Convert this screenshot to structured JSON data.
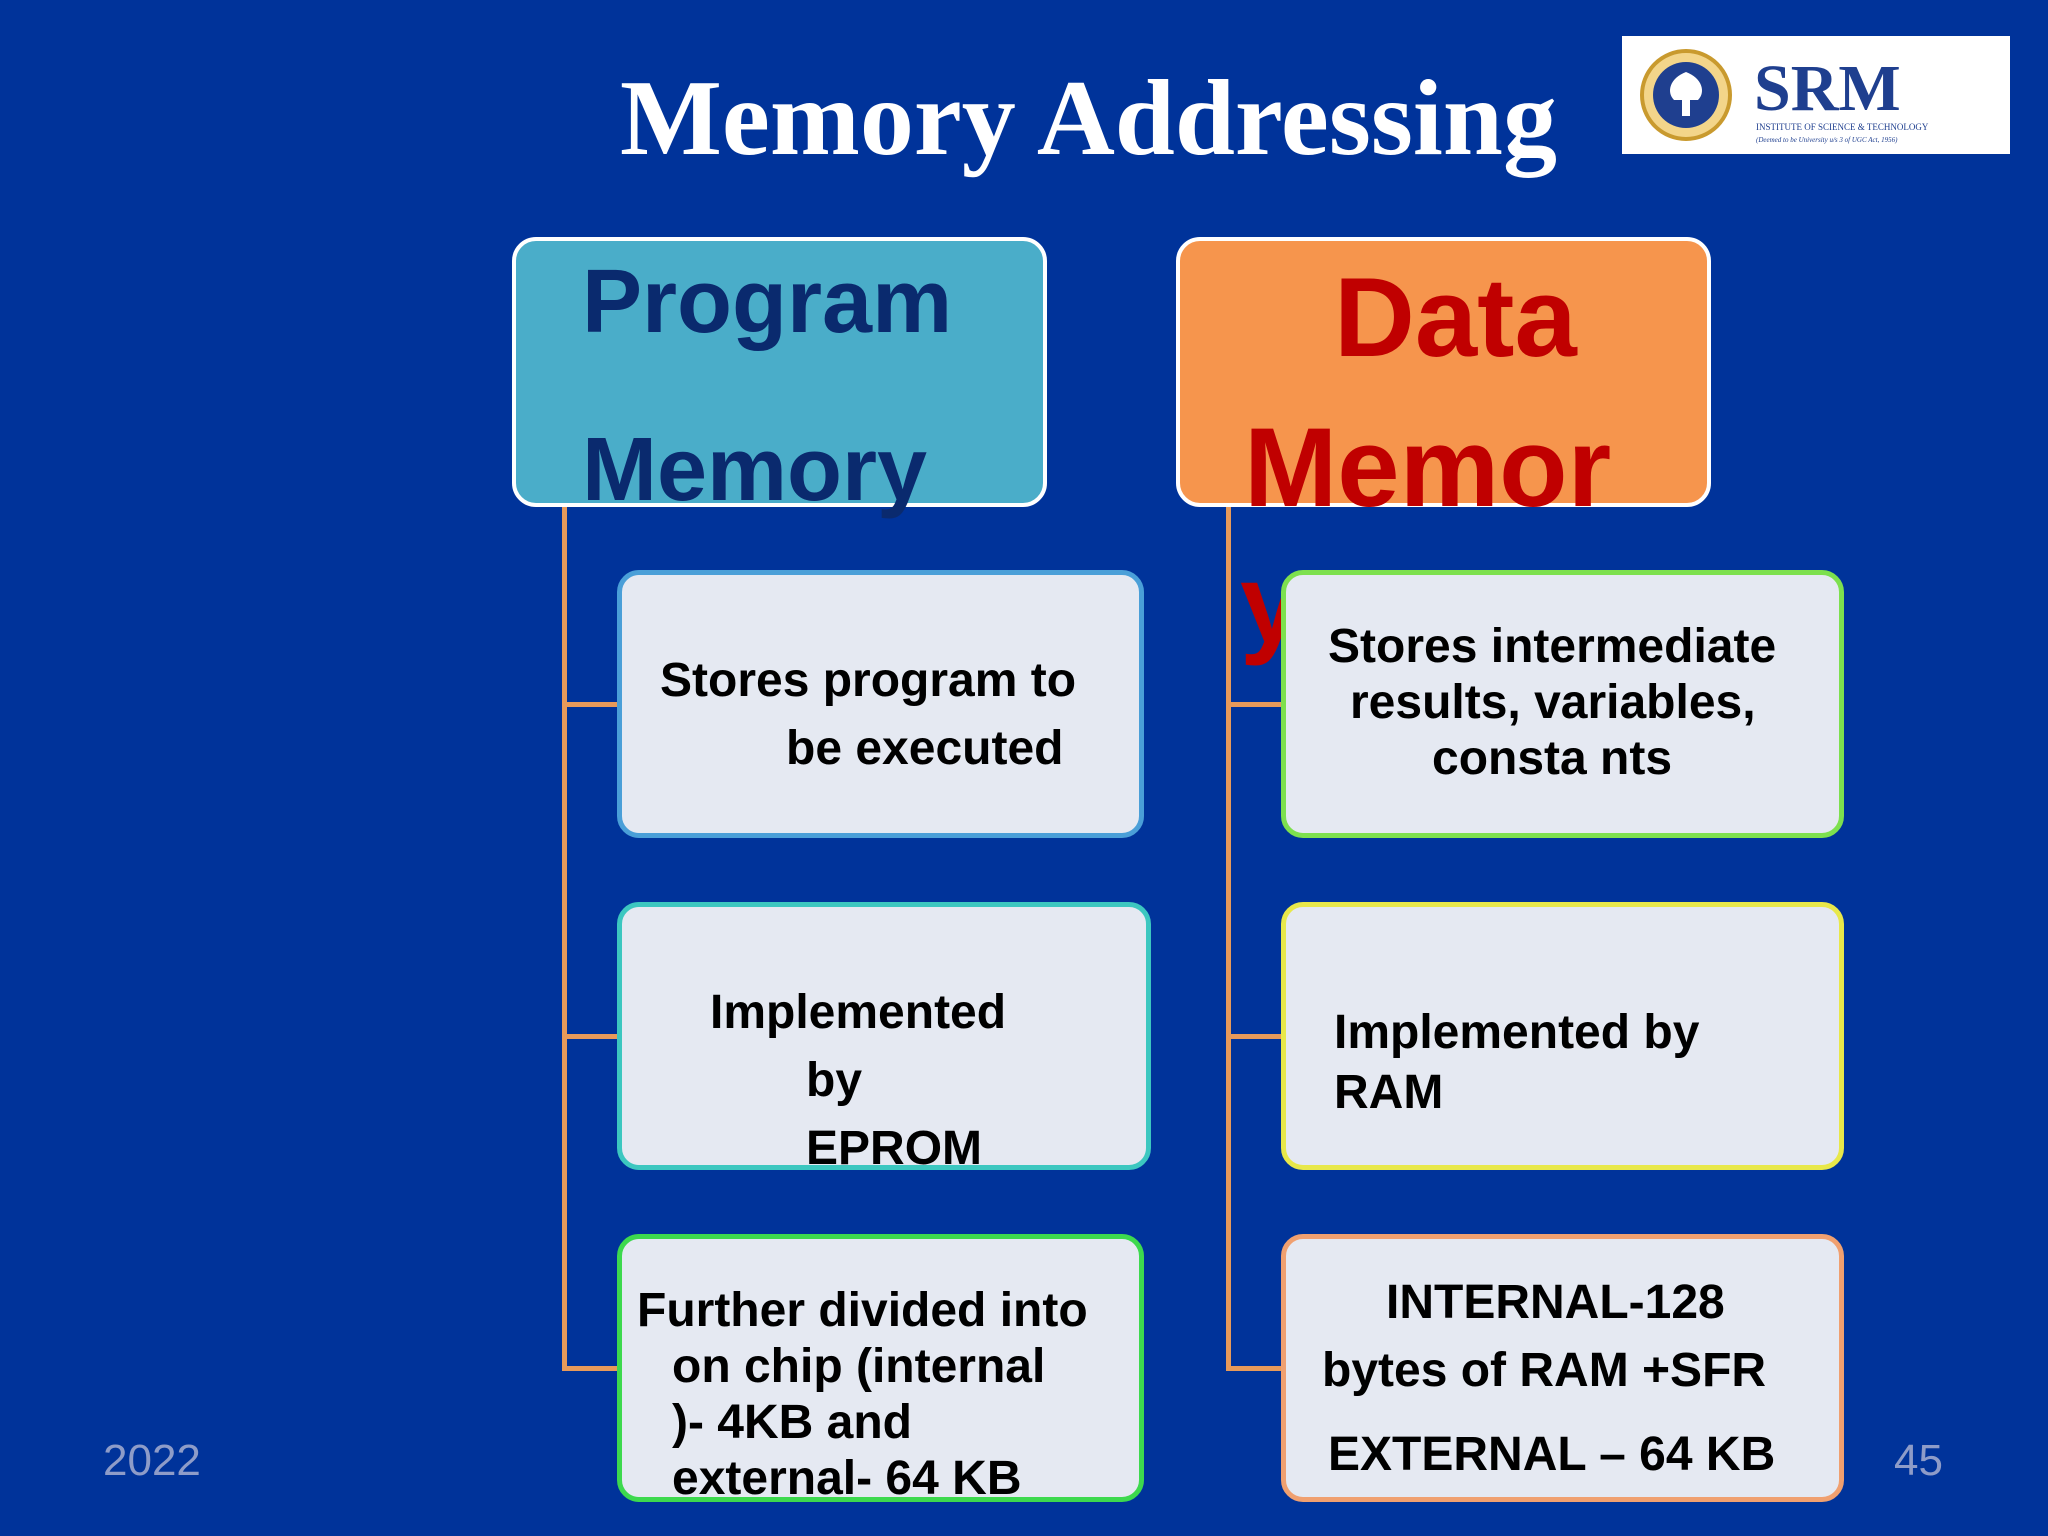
{
  "slide": {
    "title": "Memory Addressing",
    "year": "2022",
    "page_number": "45"
  },
  "logo": {
    "name": "SRM",
    "line1": "INSTITUTE OF SCIENCE & TECHNOLOGY",
    "line2": "(Deemed to be University u/s 3 of UGC Act, 1956)"
  },
  "program_memory": {
    "heading_line1": "Program",
    "heading_line2": "Memory",
    "box1": [
      "Stores program to",
      "be  executed"
    ],
    "box2": [
      "Implemented",
      "by",
      "EPROM"
    ],
    "box3": [
      "Further divided into",
      "on  chip (internal",
      ")- 4KB  and",
      "external- 64 KB"
    ]
  },
  "data_memory": {
    "heading_line1": "Data",
    "heading_line2": "Memor",
    "heading_overflow": "y",
    "box1": [
      "Stores intermediate",
      "results, variables,",
      "consta  nts"
    ],
    "box2": [
      "Implemented by",
      "RAM"
    ],
    "box3": [
      "INTERNAL-128",
      "bytes of  RAM +SFR",
      "EXTERNAL – 64 KB"
    ]
  },
  "colors": {
    "background": "#00339a",
    "program_heading": "#4aadc9",
    "data_heading": "#f6954d",
    "data_heading_text": "#c00000",
    "program_heading_text": "#0a2a6e",
    "connector": "#e79a5a"
  }
}
